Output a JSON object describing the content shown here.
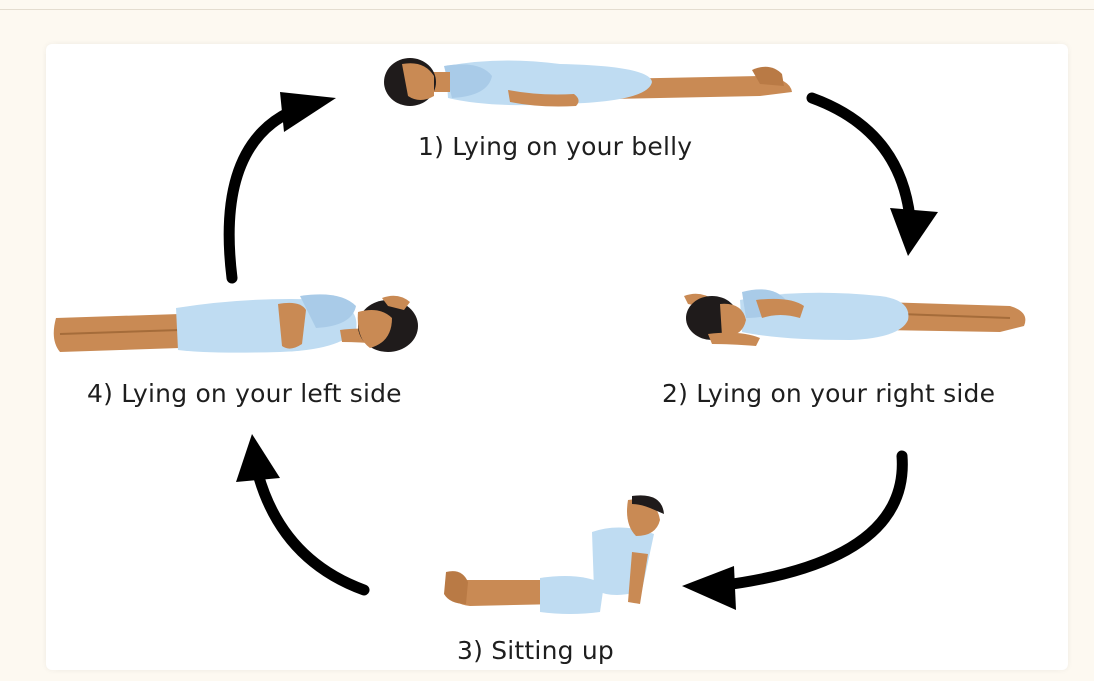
{
  "steps": [
    {
      "label": "1) Lying on your belly"
    },
    {
      "label": "2) Lying on your right side"
    },
    {
      "label": "3) Sitting up"
    },
    {
      "label": "4) Lying on your left side"
    }
  ],
  "colors": {
    "gown": "#bfdcf2",
    "skin": "#c98a54",
    "hair": "#1f1b1b",
    "arrow": "#000000",
    "background": "#fdf9f1"
  }
}
